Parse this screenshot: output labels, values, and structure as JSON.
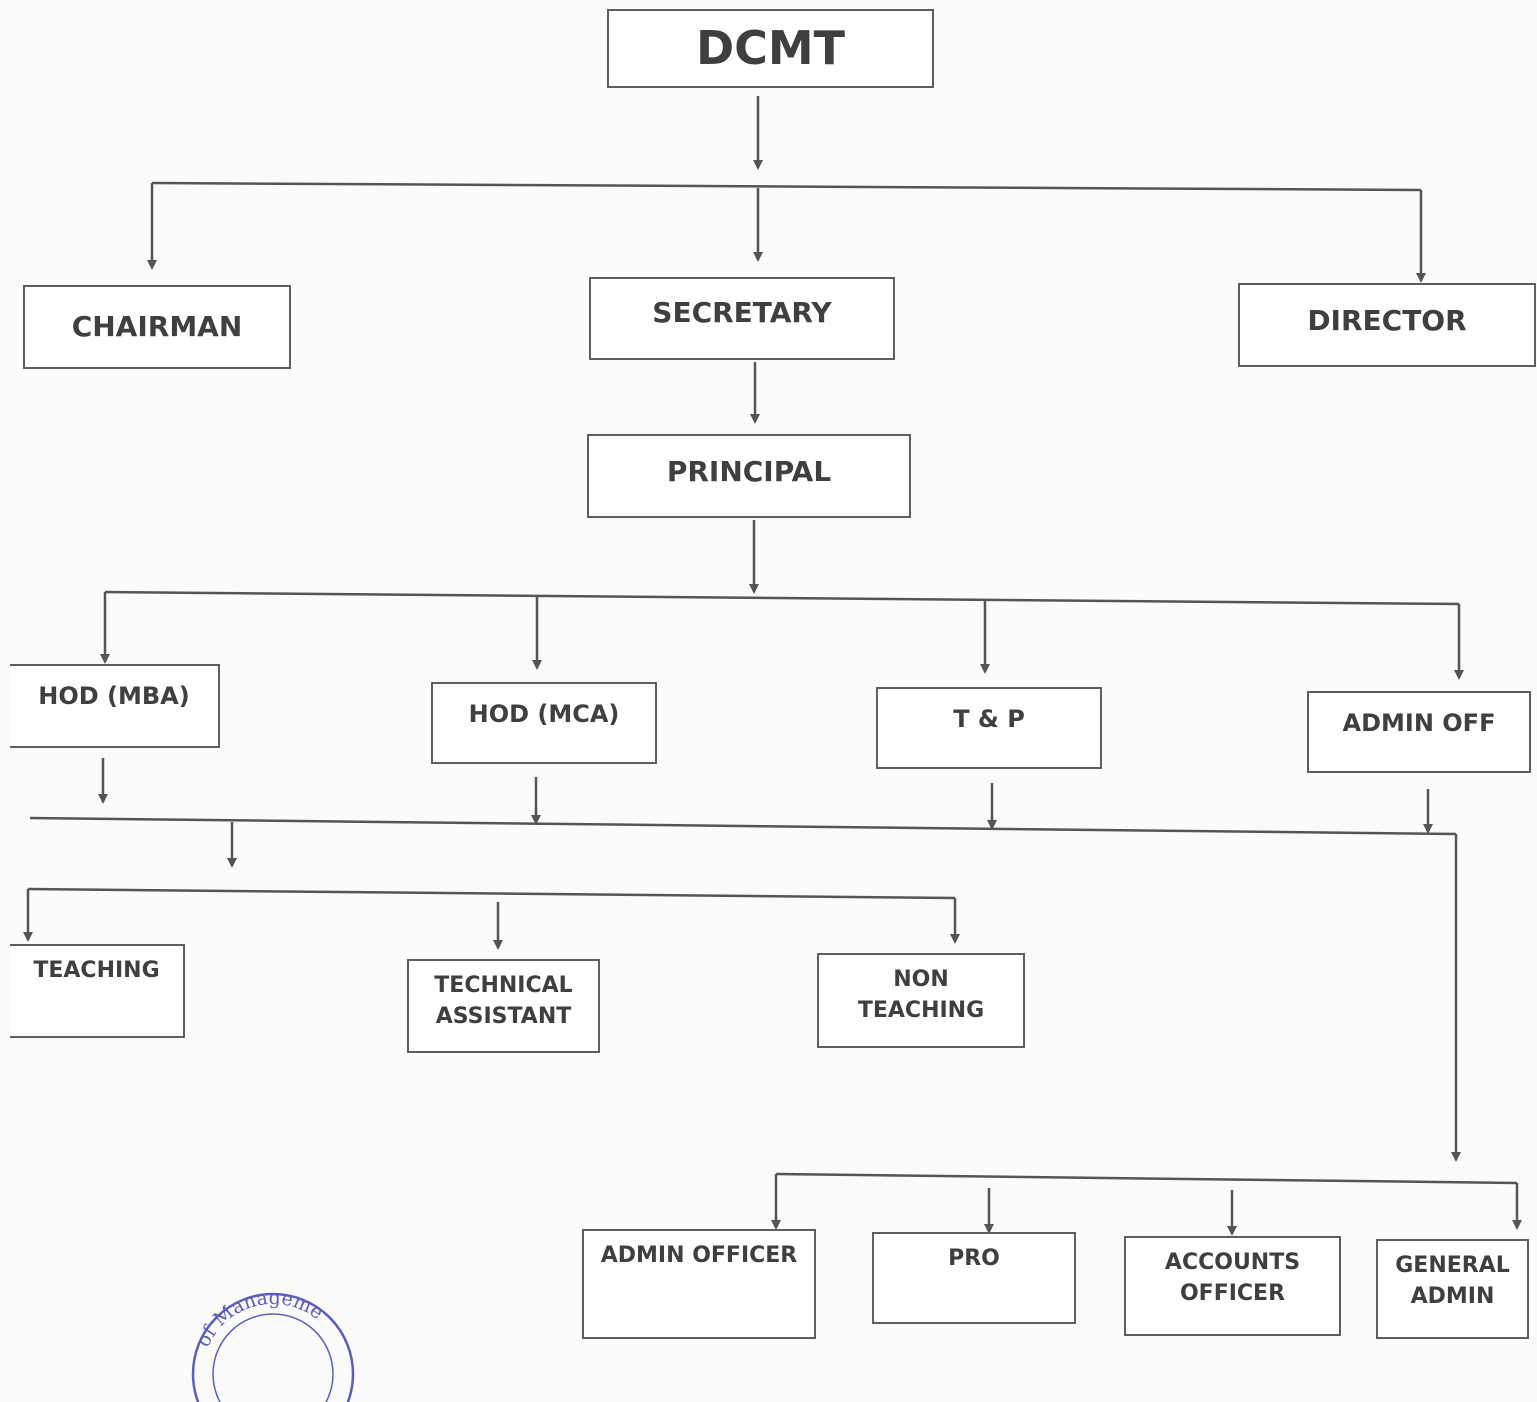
{
  "title": "DCMT",
  "level1": {
    "chairman": "CHAIRMAN",
    "secretary": "SECRETARY",
    "director": "DIRECTOR"
  },
  "principal": "PRINCIPAL",
  "departments": {
    "hod_mba": "HOD (MBA)",
    "hod_mca": "HOD (MCA)",
    "tp": "T & P",
    "admin_off": "ADMIN OFF"
  },
  "staff": {
    "teaching": "TEACHING",
    "technical_assistant": [
      "TECHNICAL",
      "ASSISTANT"
    ],
    "non_teaching": [
      "NON",
      "TEACHING"
    ]
  },
  "admin_staff": {
    "admin_officer": "ADMIN OFFICER",
    "pro": "PRO",
    "accounts_officer": [
      "ACCOUNTS",
      "OFFICER"
    ],
    "general_admin": [
      "GENERAL",
      "ADMIN"
    ]
  },
  "seal": {
    "text": "of Manageme",
    "color": "#5b5fb8"
  },
  "colors": {
    "line": "#555555",
    "box_border": "#5e5e5e",
    "text": "#3f3f3f"
  }
}
